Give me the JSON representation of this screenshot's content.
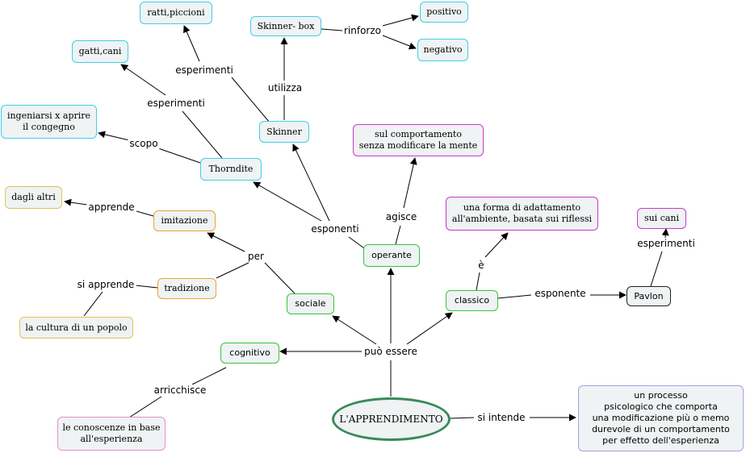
{
  "nodes": {
    "root": "L'APPRENDIMENTO",
    "definition": "un processo\npsicologico che comporta\nuna modificazione più o memo\ndurevole di un comportamento\nper effetto dell'esperienza",
    "cognitivo": "cognitivo",
    "conoscenze": "le conoscenze in base\nall'esperienza",
    "sociale": "sociale",
    "tradizione": "tradizione",
    "cultura": "la cultura di un popolo",
    "imitazione": "imitazione",
    "dagli_altri": "dagli altri",
    "operante": "operante",
    "sul_comportamento": "sul comportamento\nsenza modificare la mente",
    "thorndite": "Thorndite",
    "ingeniarsi": "ingeniarsi x aprire\nil congegno",
    "gatti": "gatti,cani",
    "skinner": "Skinner",
    "ratti": "ratti,piccioni",
    "skinner_box": "Skinner- box",
    "positivo": "positivo",
    "negativo": "negativo",
    "classico": "classico",
    "forma_adattamento": "una forma di adattamento\nall'ambiente, basata sui riflessi",
    "pavlon": "Pavlon",
    "sui_cani": "sui cani"
  },
  "labels": {
    "si_intende": "si intende",
    "puo_essere": "può essere",
    "arricchisce": "arricchisce",
    "per": "per",
    "si_apprende": "si apprende",
    "apprende": "apprende",
    "esponenti": "esponenti",
    "agisce": "agisce",
    "scopo": "scopo",
    "esperimenti_thorndite": "esperimenti",
    "esperimenti_skinner": "esperimenti",
    "utilizza": "utilizza",
    "rinforzo": "rinforzo",
    "e": "è",
    "esponente": "esponente",
    "esperimenti_pavlon": "esperimenti"
  },
  "colors": {
    "node_fill": "#eff3f3",
    "cyan_border": "#3ed0e8",
    "orange_border": "#e8a534",
    "yellow_border": "#e2c25a",
    "green_border": "#39c43a",
    "magenta_border": "#c83ac8",
    "pink_border": "#e890c8",
    "lavender_border": "#a89ee8",
    "root_border": "#3a8a5c"
  }
}
